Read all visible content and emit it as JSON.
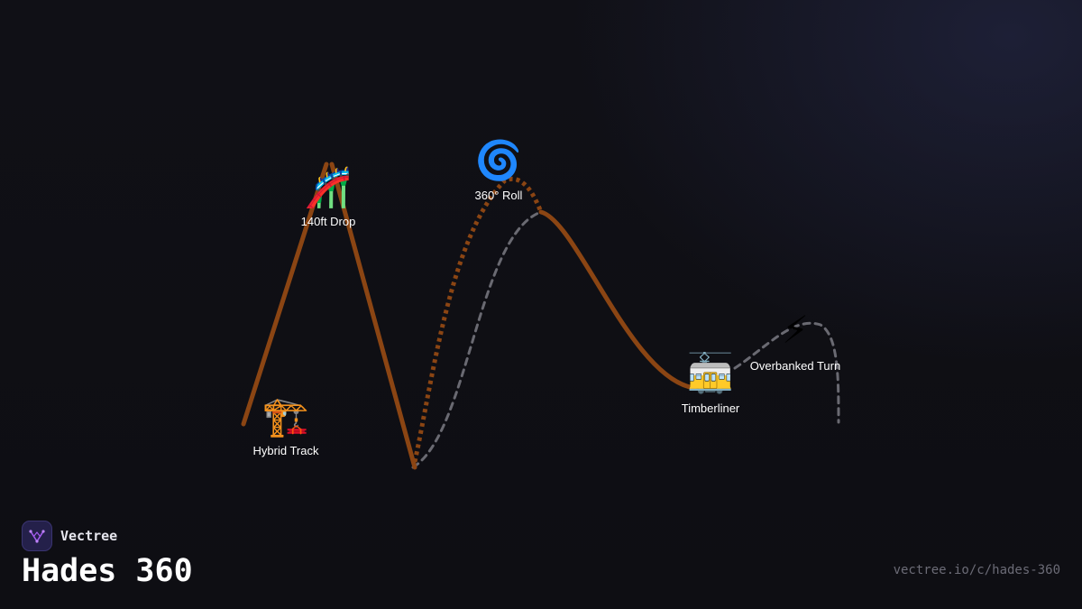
{
  "colors": {
    "track_solid": "#8b4513",
    "track_dotted": "#8b4513",
    "track_ghost": "#6a6a72",
    "accent": "#a55cf0"
  },
  "nodes": [
    {
      "name": "hybrid-track",
      "icon": "construction-crane-icon",
      "emoji": "🏗️",
      "label": "Hybrid Track"
    },
    {
      "name": "140ft-drop",
      "icon": "roller-coaster-icon",
      "emoji": "🎢",
      "label": "140ft Drop"
    },
    {
      "name": "360-roll",
      "icon": "cyclone-icon",
      "emoji": "🌀",
      "label": "360° Roll"
    },
    {
      "name": "timberliner",
      "icon": "tram-car-icon",
      "emoji": "🚋",
      "label": "Timberliner"
    },
    {
      "name": "overbanked-turn",
      "icon": "lightning-bolt-icon",
      "emoji": "⚡",
      "label": "Overbanked Turn"
    }
  ],
  "brand": {
    "name": "Vectree",
    "logo_icon": "vectree-logo-icon"
  },
  "title": "Hades 360",
  "url": "vectree.io/c/hades-360"
}
